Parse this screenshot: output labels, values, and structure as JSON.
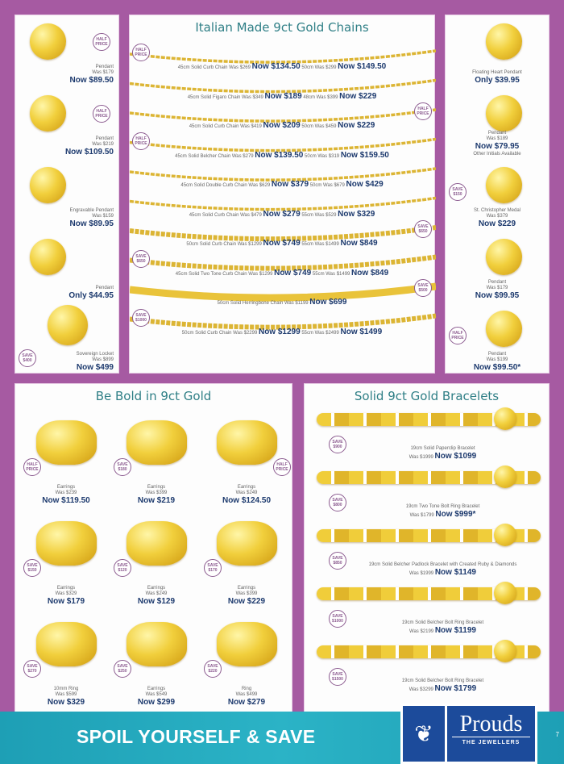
{
  "colors": {
    "background": "#a65aa2",
    "price": "#1d3a6e",
    "title": "#2f7f86",
    "badge": "#8b5a8f",
    "footer": "#1e9fb5",
    "brand": "#1c4b9b"
  },
  "left_pendants": [
    {
      "name": "Pendant",
      "was": "Was $179",
      "price": "Now $89.50",
      "badge": "HALF PRICE",
      "image": "evil-eye-pendant"
    },
    {
      "name": "Pendant",
      "was": "Was $219",
      "price": "Now $109.50",
      "badge": "HALF PRICE",
      "image": "butterfly-pendant"
    },
    {
      "name": "Engravable Pendant",
      "was": "Was $159",
      "price": "Now $89.95",
      "image": "disc-pendant"
    },
    {
      "name": "Pendant",
      "price": "Only $44.95",
      "image": "feather-pendant"
    },
    {
      "name": "Sovereign Locket",
      "was": "Was $899",
      "price": "Now $499",
      "badge": "SAVE $400",
      "image": "coin-locket"
    }
  ],
  "chains": {
    "title": "Italian Made 9ct Gold Chains",
    "items": [
      {
        "desc1": "45cm Solid Curb Chain Was $269",
        "now1": "Now $134.50",
        "desc2": "50cm Was $299",
        "now2": "Now $149.50",
        "badge": "HALF PRICE",
        "badge_side": "left"
      },
      {
        "desc1": "45cm Solid Figaro Chain Was $349",
        "now1": "Now $189",
        "desc2": "48cm Was $399",
        "now2": "Now $229"
      },
      {
        "desc1": "45cm Solid Curb Chain Was $419",
        "now1": "Now $209",
        "desc2": "50cm Was $459",
        "now2": "Now $229",
        "badge": "HALF PRICE",
        "badge_side": "right"
      },
      {
        "desc1": "45cm Solid Belcher Chain Was $279",
        "now1": "Now $139.50",
        "desc2": "50cm Was $319",
        "now2": "Now $159.50",
        "badge": "HALF PRICE",
        "badge_side": "left"
      },
      {
        "desc1": "45cm Solid Double Curb Chain Was $629",
        "now1": "Now $379",
        "desc2": "50cm Was $679",
        "now2": "Now $429"
      },
      {
        "desc1": "45cm Solid Curb Chain Was $479",
        "now1": "Now $279",
        "desc2": "55cm Was $529",
        "now2": "Now $329"
      },
      {
        "desc1": "50cm Solid Curb Chain Was $1299",
        "now1": "Now $749",
        "desc2": "55cm Was $1499",
        "now2": "Now $849",
        "badge": "SAVE $650",
        "badge_side": "right"
      },
      {
        "desc1": "45cm Solid Two Tone Curb Chain Was $1299",
        "now1": "Now $749",
        "desc2": "55cm Was $1499",
        "now2": "Now $849",
        "badge": "SAVE $650",
        "badge_side": "left"
      },
      {
        "desc1": "50cm Solid Herringbone Chain Was $1199",
        "now1": "Now $699",
        "badge": "SAVE $500",
        "badge_side": "right"
      },
      {
        "desc1": "50cm Solid Curb Chain Was $2299",
        "now1": "Now $1299",
        "desc2": "55cm Was $2499",
        "now2": "Now $1499",
        "badge": "SAVE $1000",
        "badge_side": "left"
      }
    ]
  },
  "right_pendants": [
    {
      "name": "Floating Heart Pendant",
      "price": "Only $39.95",
      "image": "heart-pendant"
    },
    {
      "name": "Pendant",
      "was": "Was $189",
      "price": "Now $79.95",
      "note": "Other Initials Available",
      "image": "initial-pendant"
    },
    {
      "name": "St. Christopher Medal",
      "was": "Was $379",
      "price": "Now $229",
      "badge": "SAVE $150",
      "image": "medal-pendant"
    },
    {
      "name": "Pendant",
      "was": "Was $179",
      "price": "Now $99.95",
      "image": "tree-of-life-pendant"
    },
    {
      "name": "Pendant",
      "was": "Was $199",
      "price": "Now $99.50*",
      "badge": "HALF PRICE",
      "image": "cross-pendant"
    }
  ],
  "earrings": {
    "title": "Be Bold in 9ct Gold",
    "items": [
      {
        "name": "Earrings",
        "was": "Was $239",
        "price": "Now $119.50",
        "badge": "HALF PRICE",
        "image": "hoop-earrings"
      },
      {
        "name": "Earrings",
        "was": "Was $399",
        "price": "Now $219",
        "badge": "SAVE $180",
        "image": "hoop-earrings"
      },
      {
        "name": "Earrings",
        "was": "Was $249",
        "price": "Now $124.50",
        "badge": "HALF PRICE",
        "image": "hoop-earrings"
      },
      {
        "name": "Earrings",
        "was": "Was $329",
        "price": "Now $179",
        "badge": "SAVE $150",
        "image": "hoop-earrings"
      },
      {
        "name": "Earrings",
        "was": "Was $249",
        "price": "Now $129",
        "badge": "SAVE $120",
        "image": "disc-drop-earrings"
      },
      {
        "name": "Earrings",
        "was": "Was $399",
        "price": "Now $229",
        "badge": "SAVE $170",
        "image": "hoop-earrings"
      },
      {
        "name": "10mm Ring",
        "was": "Was $599",
        "price": "Now $329",
        "badge": "SAVE $270",
        "image": "band-ring"
      },
      {
        "name": "Earrings",
        "was": "Was $549",
        "price": "Now $299",
        "badge": "SAVE $250",
        "image": "hoop-earrings"
      },
      {
        "name": "Ring",
        "was": "Was $499",
        "price": "Now $279",
        "badge": "SAVE $220",
        "image": "multi-band-ring"
      }
    ]
  },
  "bracelets": {
    "title": "Solid 9ct Gold Bracelets",
    "items": [
      {
        "desc": "19cm Solid Paperclip Bracelet",
        "was": "Was $1999",
        "price": "Now $1099",
        "badge": "SAVE $900"
      },
      {
        "desc": "19cm Two Tone Bolt Ring Bracelet",
        "was": "Was $1799",
        "price": "Now $999*",
        "badge": "SAVE $800"
      },
      {
        "desc": "19cm Solid Belcher Padlock Bracelet with Created Ruby & Diamonds",
        "was": "Was $1999",
        "price": "Now $1149",
        "badge": "SAVE $850"
      },
      {
        "desc": "19cm Solid Belcher Bolt Ring Bracelet",
        "was": "Was $2199",
        "price": "Now $1199",
        "badge": "SAVE $1000"
      },
      {
        "desc": "19cm Solid Belcher Bolt Ring Bracelet",
        "was": "Was $3299",
        "price": "Now $1799",
        "badge": "SAVE $1500"
      }
    ]
  },
  "footer": {
    "slogan": "SPOIL YOURSELF & SAVE",
    "brand": "Prouds",
    "brand_sub": "THE JEWELLERS",
    "page_number": "7"
  }
}
